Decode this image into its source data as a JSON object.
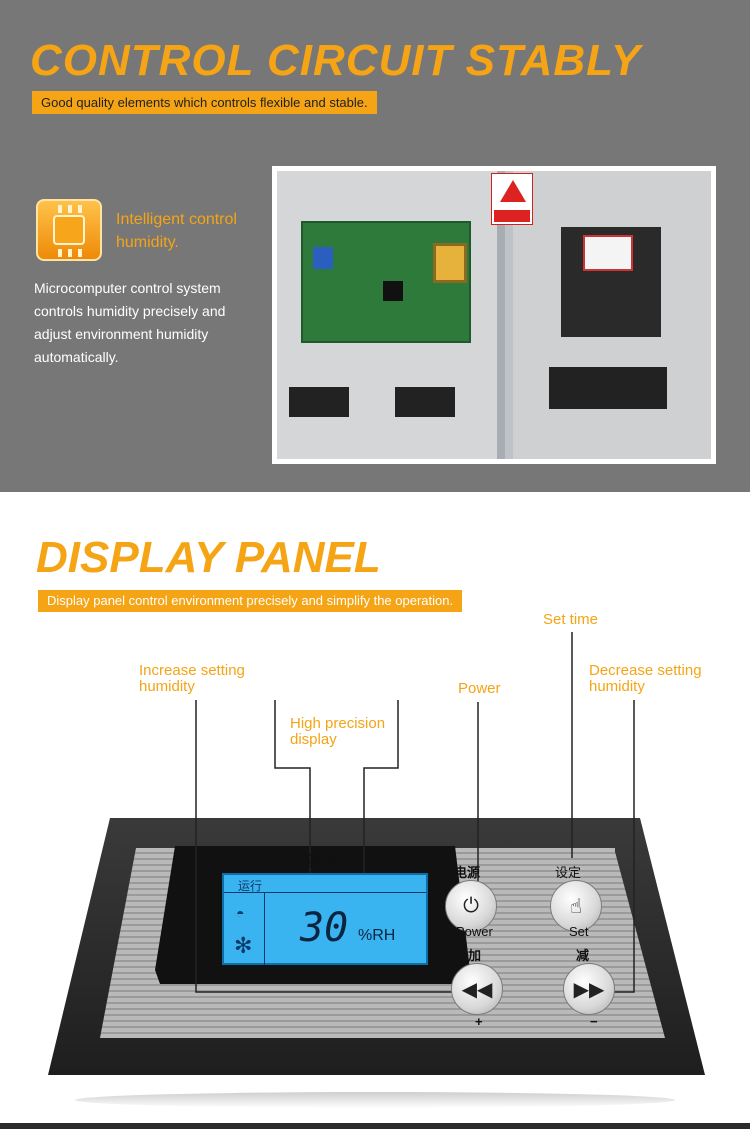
{
  "section1": {
    "title": "CONTROL CIRCUIT STABLY",
    "subtitle": "Good quality elements which controls flexible and stable.",
    "feature_title": "Intelligent control\nhumidity.",
    "feature_desc": "Microcomputer control system controls humidity precisely and adjust environment humidity automatically.",
    "icon": "chip-icon"
  },
  "section2": {
    "title": "DISPLAY PANEL",
    "subtitle": "Display panel control environment precisely and simplify the operation.",
    "callouts": {
      "set_time": "Set time",
      "increase": "Increase setting\nhumidity",
      "decrease": "Decrease setting\nhumidity",
      "power": "Power",
      "display": "High precision\ndisplay"
    }
  },
  "device": {
    "lcd_title": "湿度 %",
    "lcd_status": "运行",
    "lcd_value": "30",
    "lcd_unit": "%RH",
    "power_cn": "电源",
    "power_en": "Power",
    "set_cn": "设定",
    "set_en": "Set",
    "plus_cn": "加",
    "plus_sym": "+",
    "minus_cn": "减",
    "minus_sym": "−"
  },
  "colors": {
    "accent": "#f5a415",
    "top_bg": "#777777",
    "lcd": "#3ab4f1",
    "bezel": "#2b2b2b"
  }
}
